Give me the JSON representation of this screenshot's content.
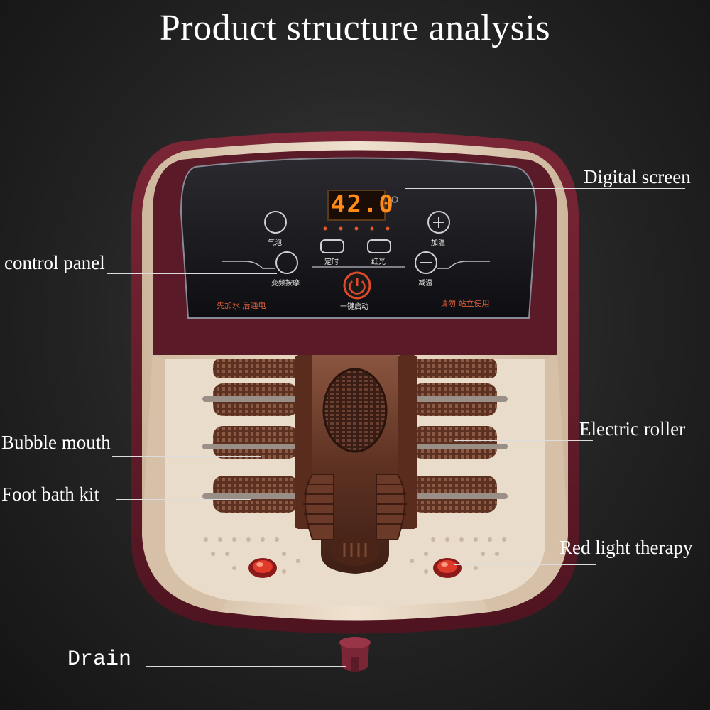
{
  "title": "Product structure analysis",
  "labels": {
    "digital_screen": "Digital screen",
    "control_panel": "control panel",
    "bubble_mouth": "Bubble mouth",
    "electric_roller": "Electric roller",
    "foot_bath_kit": "Foot bath kit",
    "red_light_therapy": "Red light therapy",
    "drain": "Drain"
  },
  "panel": {
    "display_value": "42.0",
    "btn_bubble": "气泡",
    "btn_heat_up": "加温",
    "btn_timer": "定时",
    "btn_red_light": "红光",
    "btn_massage": "变频按摩",
    "btn_heat_down": "减温",
    "btn_power": "一键启动",
    "notice_left": "先加水 后通电",
    "notice_right": "请勿 站立使用"
  },
  "colors": {
    "shell": "#6a1f2e",
    "cream": "#e6d3bd",
    "roller": "#6b3e2c",
    "display": "#ff8c1a"
  }
}
